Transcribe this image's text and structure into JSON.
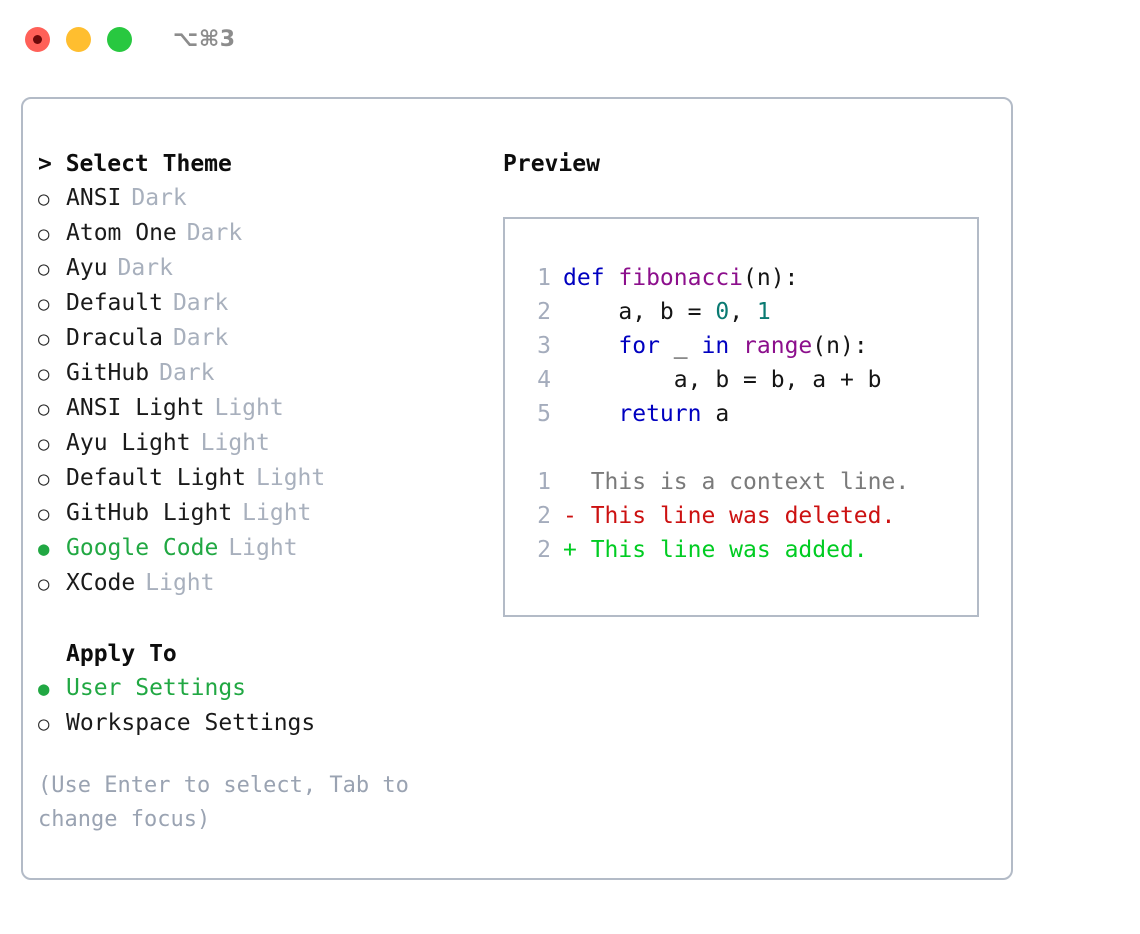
{
  "window": {
    "traffic_lights": [
      "close-recording",
      "minimize",
      "maximize"
    ],
    "shortcut": "⌥⌘3"
  },
  "theme_picker": {
    "header": "> Select Theme",
    "themes": [
      {
        "radio": "○",
        "name": "ANSI",
        "variant": "Dark",
        "selected": false
      },
      {
        "radio": "○",
        "name": "Atom One",
        "variant": "Dark",
        "selected": false
      },
      {
        "radio": "○",
        "name": "Ayu",
        "variant": "Dark",
        "selected": false
      },
      {
        "radio": "○",
        "name": "Default",
        "variant": "Dark",
        "selected": false
      },
      {
        "radio": "○",
        "name": "Dracula",
        "variant": "Dark",
        "selected": false
      },
      {
        "radio": "○",
        "name": "GitHub",
        "variant": "Dark",
        "selected": false
      },
      {
        "radio": "○",
        "name": "ANSI Light",
        "variant": "Light",
        "selected": false
      },
      {
        "radio": "○",
        "name": "Ayu Light",
        "variant": "Light",
        "selected": false
      },
      {
        "radio": "○",
        "name": "Default Light",
        "variant": "Light",
        "selected": false
      },
      {
        "radio": "○",
        "name": "GitHub Light",
        "variant": "Light",
        "selected": false
      },
      {
        "radio": "●",
        "name": "Google Code",
        "variant": "Light",
        "selected": true
      },
      {
        "radio": "○",
        "name": "XCode",
        "variant": "Light",
        "selected": false
      }
    ],
    "apply_to": {
      "header": "Apply To",
      "options": [
        {
          "radio": "●",
          "name": "User Settings",
          "selected": true
        },
        {
          "radio": "○",
          "name": "Workspace Settings",
          "selected": false
        }
      ]
    },
    "hint": "(Use Enter to select, Tab to change focus)"
  },
  "preview": {
    "label": "Preview",
    "code_lines": [
      {
        "num": "1",
        "tokens": [
          {
            "t": "def ",
            "c": "kw"
          },
          {
            "t": "fibonacci",
            "c": "fn"
          },
          {
            "t": "(n):",
            "c": "plain"
          }
        ]
      },
      {
        "num": "2",
        "tokens": [
          {
            "t": "    a, b = ",
            "c": "plain"
          },
          {
            "t": "0",
            "c": "num"
          },
          {
            "t": ", ",
            "c": "plain"
          },
          {
            "t": "1",
            "c": "num"
          }
        ]
      },
      {
        "num": "3",
        "tokens": [
          {
            "t": "    ",
            "c": "plain"
          },
          {
            "t": "for",
            "c": "kw"
          },
          {
            "t": " _ ",
            "c": "plain"
          },
          {
            "t": "in",
            "c": "kw"
          },
          {
            "t": " ",
            "c": "plain"
          },
          {
            "t": "range",
            "c": "fn"
          },
          {
            "t": "(n):",
            "c": "plain"
          }
        ]
      },
      {
        "num": "4",
        "tokens": [
          {
            "t": "        a, b = b, a + b",
            "c": "plain"
          }
        ]
      },
      {
        "num": "5",
        "tokens": [
          {
            "t": "    ",
            "c": "plain"
          },
          {
            "t": "return",
            "c": "kw"
          },
          {
            "t": " a",
            "c": "plain"
          }
        ]
      }
    ],
    "diff_lines": [
      {
        "num": "1",
        "marker": "  ",
        "text": "This is a context line.",
        "kind": "ctx"
      },
      {
        "num": "2",
        "marker": "- ",
        "text": "This line was deleted.",
        "kind": "del"
      },
      {
        "num": "2",
        "marker": "+ ",
        "text": "This line was added.",
        "kind": "add"
      }
    ]
  },
  "colors": {
    "selection_green": "#21a843",
    "muted": "#a8b0bd",
    "border": "#b3bbc7",
    "keyword": "#0000c0",
    "function": "#8c0f8c",
    "number": "#0a7a72",
    "diff_deleted": "#cc1111",
    "diff_added": "#00cc22",
    "traffic_red": "#ff6058",
    "traffic_yellow": "#ffbe2f",
    "traffic_green": "#28c840"
  }
}
